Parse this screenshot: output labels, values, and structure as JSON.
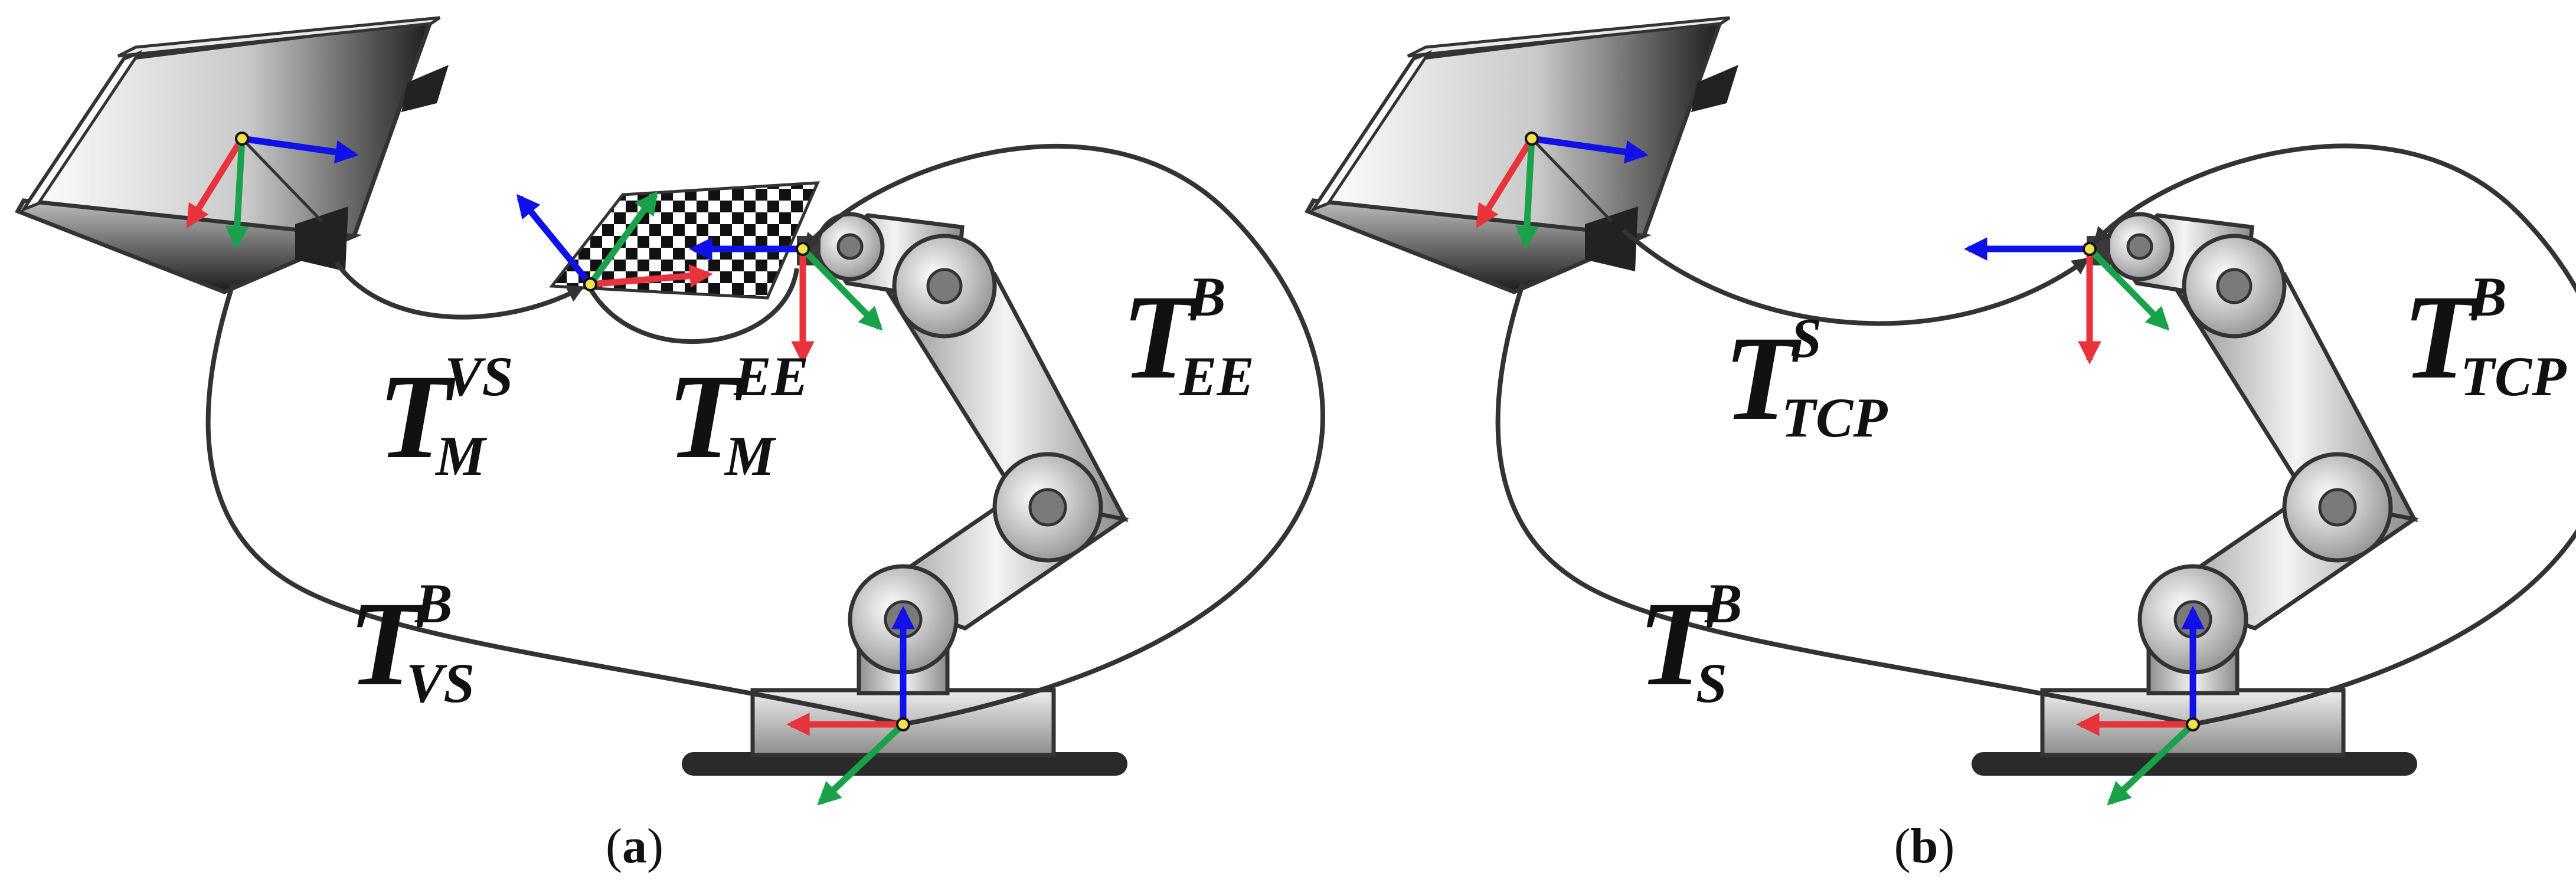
{
  "colors": {
    "x_axis": "#e8323c",
    "y_axis": "#19a24a",
    "z_axis": "#1010e8",
    "chain": "#333333",
    "origin": "#f2e24a"
  },
  "panel_a": {
    "caption_letter": "a",
    "labels": {
      "t_m_vs": {
        "main": "T",
        "sup": "VS",
        "sub": "M"
      },
      "t_m_ee": {
        "main": "T",
        "sup": "EE",
        "sub": "M"
      },
      "t_ee_b": {
        "main": "T",
        "sup": "B",
        "sub": "EE"
      },
      "t_vs_b": {
        "main": "T",
        "sup": "B",
        "sub": "VS"
      }
    }
  },
  "panel_b": {
    "caption_letter": "b",
    "labels": {
      "t_tcp_s": {
        "main": "T",
        "sup": "S",
        "sub": "TCP"
      },
      "t_tcp_b": {
        "main": "T",
        "sup": "B",
        "sub": "TCP"
      },
      "t_s_b": {
        "main": "T",
        "sup": "B",
        "sub": "S"
      }
    }
  }
}
